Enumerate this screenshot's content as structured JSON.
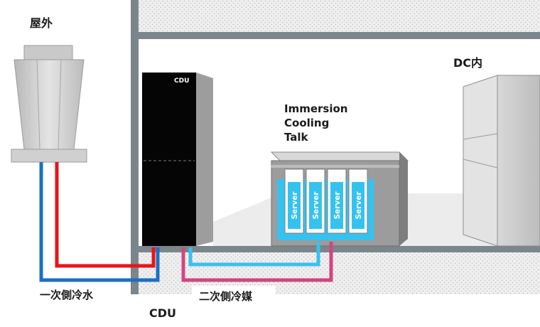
{
  "labels": {
    "outdoor": "屋外",
    "dc_inside": "DC内",
    "primary_water": "一次側冷水",
    "secondary_coolant": "二次側冷媒",
    "cdu_bottom": "CDU",
    "cdu_unit": "CDU",
    "immersion_line1": "Immersion",
    "immersion_line2": "Cooling",
    "immersion_line3": "Talk",
    "servers": [
      "Server",
      "Server",
      "Server",
      "Server"
    ]
  },
  "colors": {
    "primary_supply": "#e8141a",
    "primary_return": "#1c6fc4",
    "secondary_loop_a": "#d2467f",
    "secondary_loop_b": "#36c2ee",
    "tank_liquid": "#36c2ee",
    "cdu_body": "#050505",
    "wall": "#7b858c"
  },
  "icons": [
    "dry-cooler-icon",
    "cdu-cabinet-icon",
    "immersion-tank-icon",
    "server-rack-icon"
  ]
}
